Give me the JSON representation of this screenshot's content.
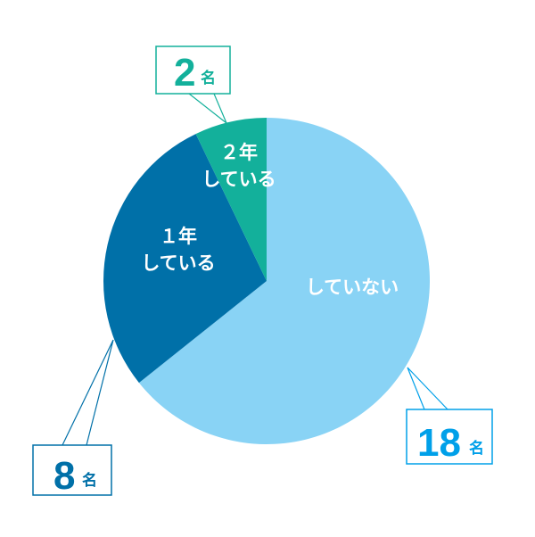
{
  "chart_data": {
    "type": "pie",
    "title": "",
    "start": "top",
    "direction": "clockwise",
    "slices": [
      {
        "label_lines": [
          "していない"
        ],
        "value": 18,
        "count_text": "18",
        "unit": "名",
        "color": "#89d3f5",
        "callout_color": "#00a0e9"
      },
      {
        "label_lines": [
          "１年",
          "している"
        ],
        "value": 8,
        "count_text": "8",
        "unit": "名",
        "color": "#0070a8",
        "callout_color": "#0070a8"
      },
      {
        "label_lines": [
          "２年",
          "している"
        ],
        "value": 2,
        "count_text": "2",
        "unit": "名",
        "color": "#13b09b",
        "callout_color": "#13b09b"
      }
    ]
  }
}
